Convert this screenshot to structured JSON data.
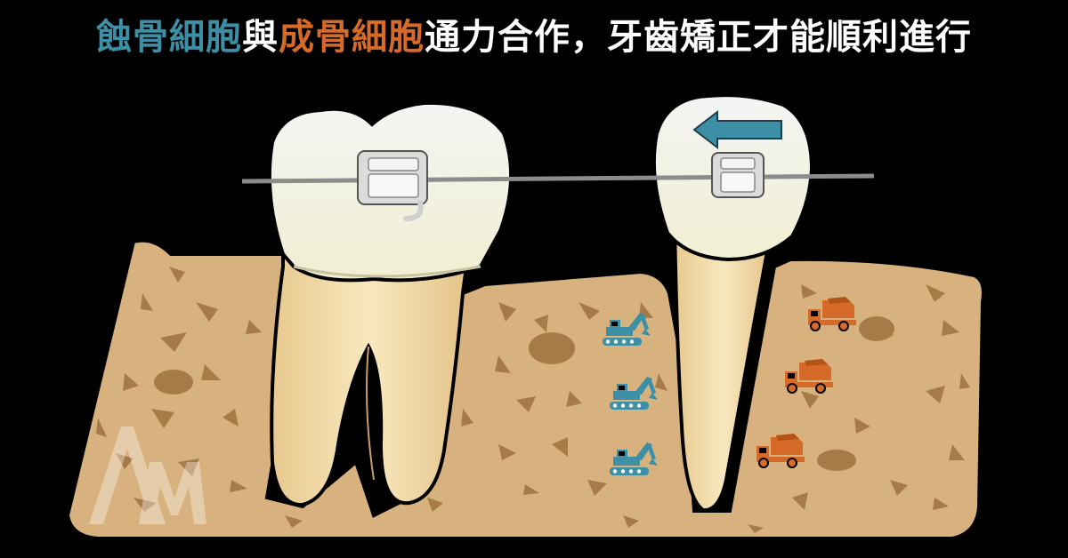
{
  "title": {
    "part1": "蝕骨細胞",
    "part2": "與",
    "part3": "成骨細胞",
    "part4": "通力合作，牙齒矯正才能順利進行"
  },
  "colors": {
    "background": "#000000",
    "osteoclast": "#3d8fa6",
    "osteoblast": "#d66a28",
    "bone": "#d8b27e",
    "bone_pore": "#a67b48",
    "crown": "#f0f0e2",
    "root": "#f2dca8",
    "arrow": "#3d8fa6",
    "wire": "#8c8c8c"
  },
  "icons": {
    "excavator": "excavator-icon",
    "dump_truck": "dump-truck-icon",
    "arrow": "arrow-left-icon",
    "bracket": "bracket-icon",
    "watermark": "am-logo-watermark"
  },
  "watermark_text": "AM"
}
